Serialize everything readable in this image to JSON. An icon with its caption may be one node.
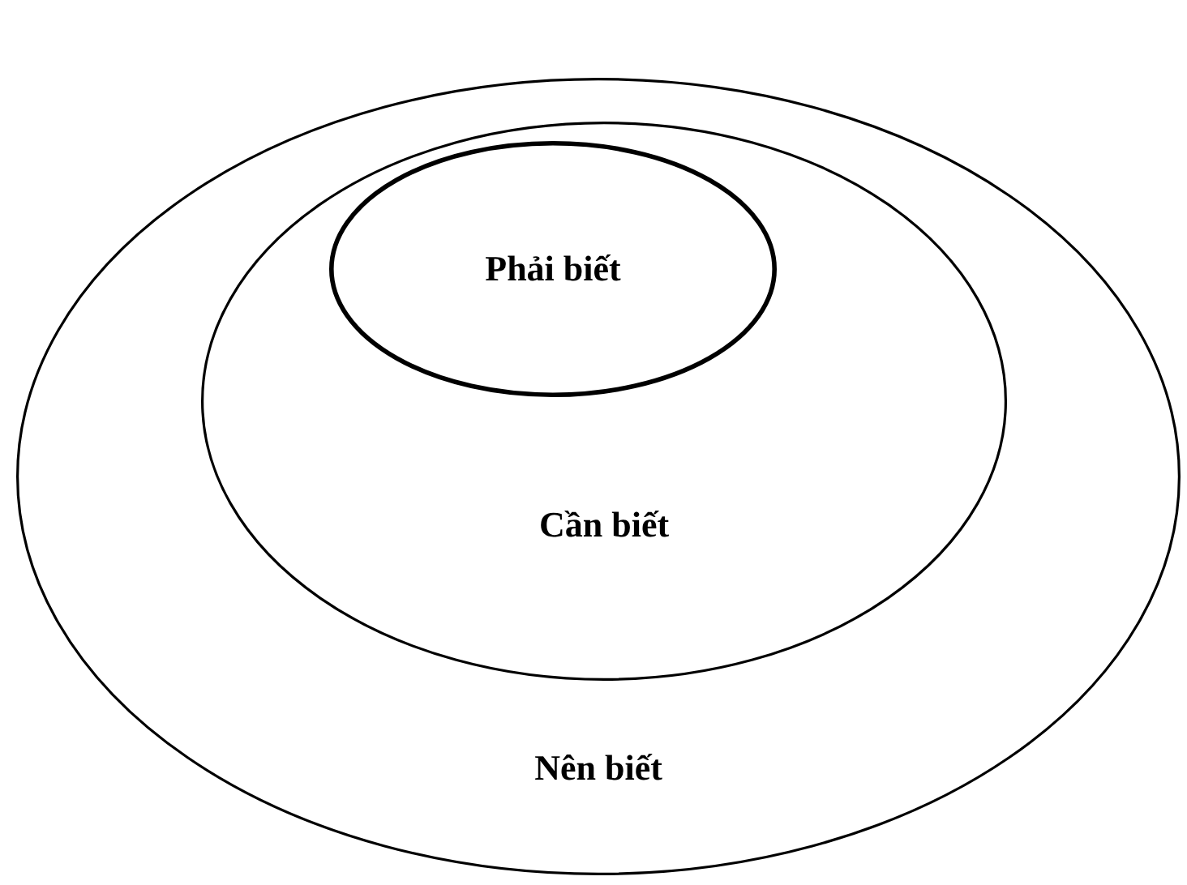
{
  "diagram": {
    "nodes": [
      {
        "text": [
          "Nên biết"
        ]
      },
      {
        "text": [
          "Cần biết"
        ],
        "in": 0
      },
      {
        "text": [
          "Phải biết"
        ],
        "in": 1
      }
    ]
  }
}
